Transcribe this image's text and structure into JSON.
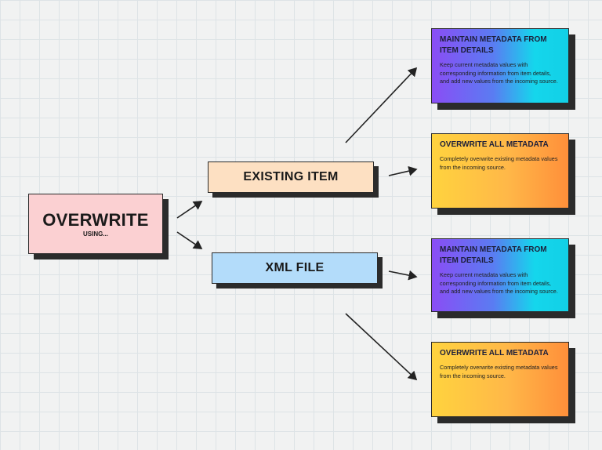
{
  "root": {
    "title": "OVERWRITE",
    "subtitle": "USING..."
  },
  "sources": [
    {
      "label": "EXISTING ITEM",
      "color": "#fde0c2"
    },
    {
      "label": "XML FILE",
      "color": "#b3dcfa"
    }
  ],
  "options": [
    {
      "title": "MAINTAIN METADATA FROM ITEM DETAILS",
      "description": "Keep current metadata values with corresponding information from item details, and add new values from the incoming source."
    },
    {
      "title": "OVERWRITE ALL METADATA",
      "description": "Completely overwrite existing metadata values from the incoming source."
    },
    {
      "title": "MAINTAIN METADATA FROM ITEM DETAILS",
      "description": "Keep current metadata values with corresponding information from item details, and add new values from the incoming source."
    },
    {
      "title": "OVERWRITE ALL METADATA",
      "description": "Completely overwrite existing metadata values from the incoming source."
    }
  ],
  "colors": {
    "root": "#fbd0d2",
    "shadow": "#2b2b2b"
  }
}
